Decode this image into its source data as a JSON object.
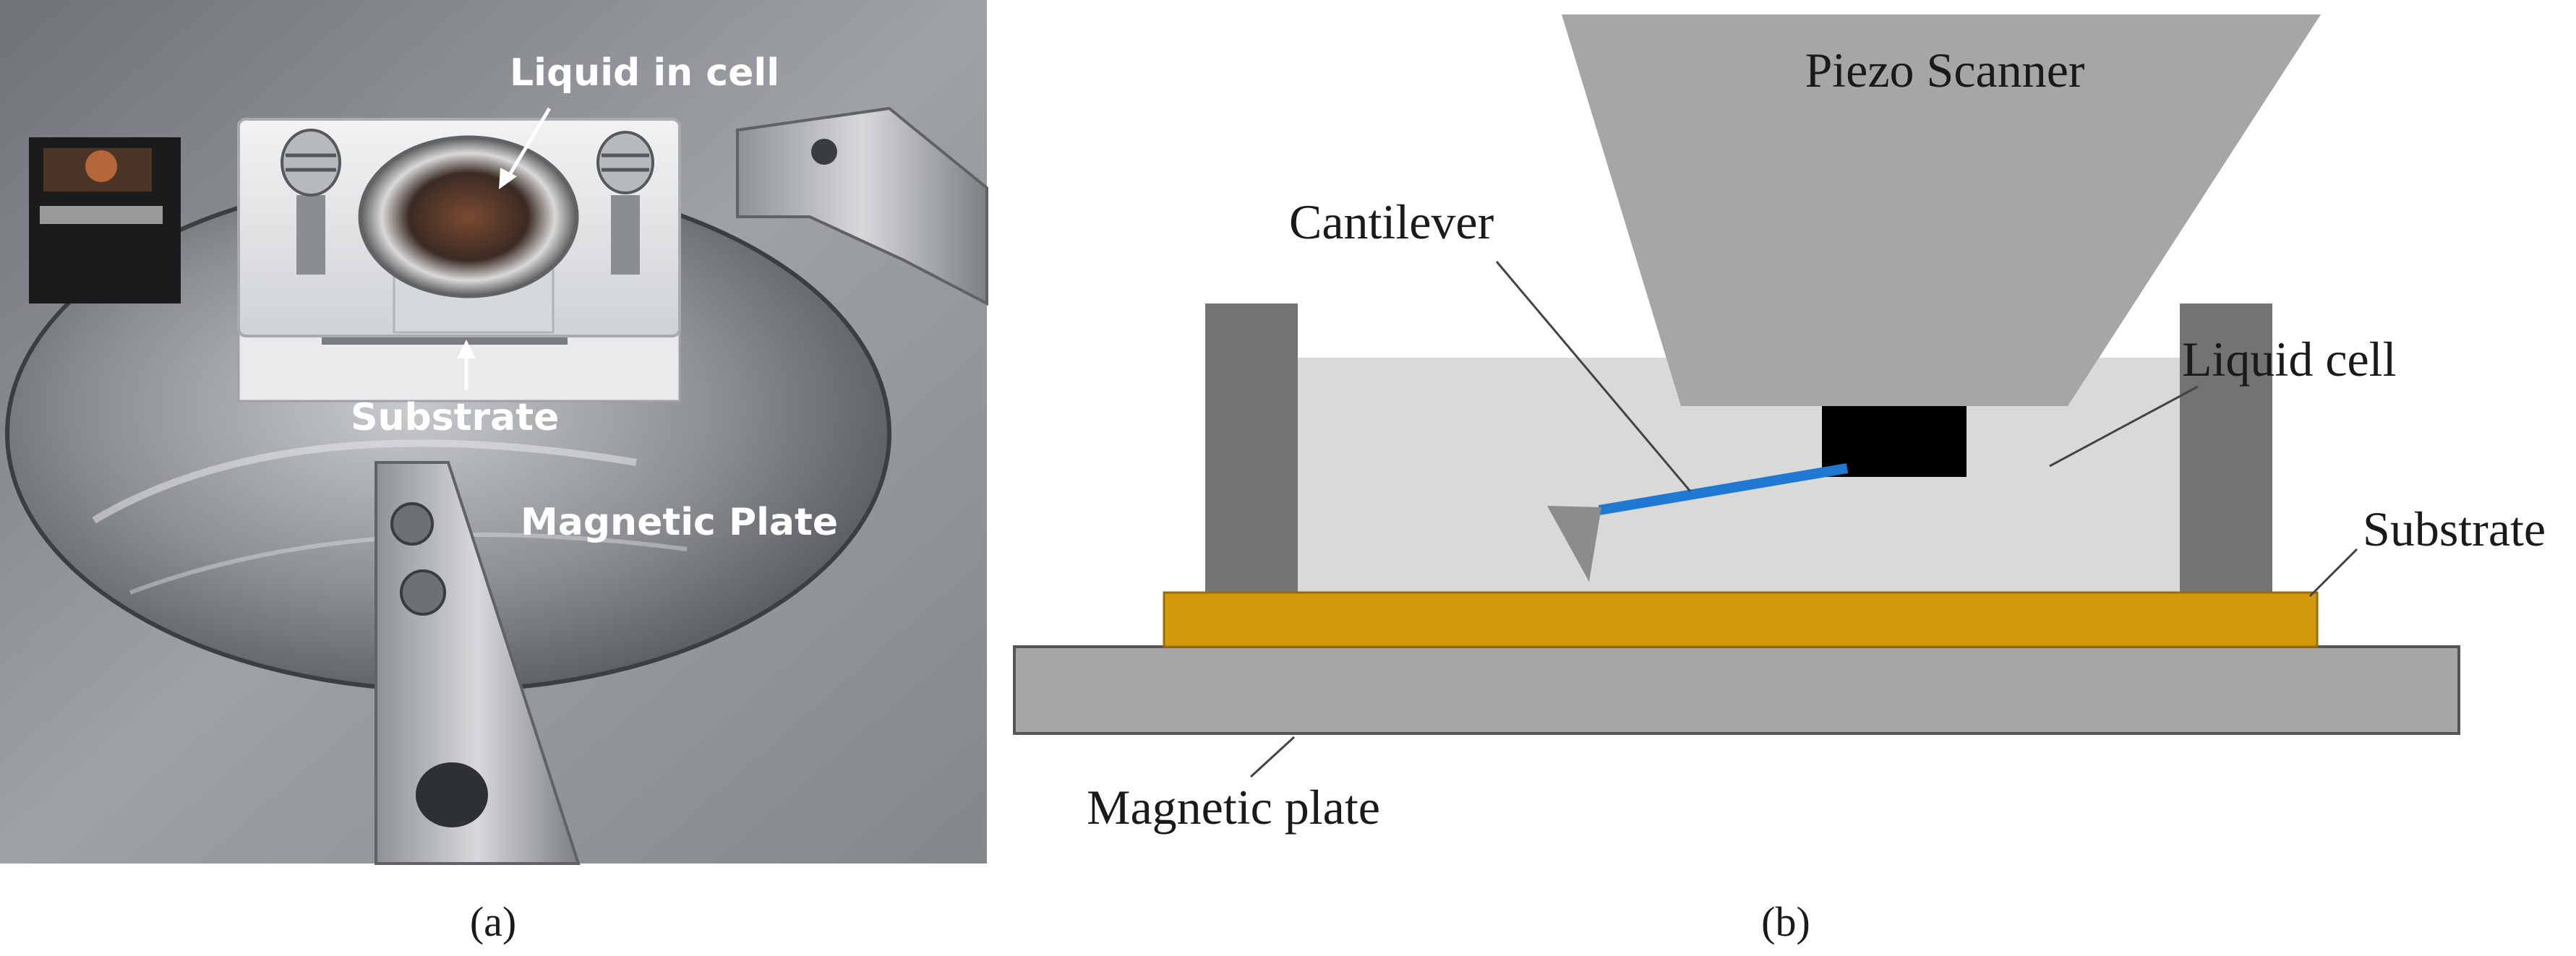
{
  "panel_a": {
    "caption": "(a)",
    "labels": {
      "liquid_in_cell": "Liquid in cell",
      "substrate": "Substrate",
      "magnetic_plate": "Magnetic Plate"
    }
  },
  "panel_b": {
    "caption": "(b)",
    "labels": {
      "piezo_scanner": "Piezo Scanner",
      "cantilever": "Cantilever",
      "liquid_cell": "Liquid cell",
      "substrate": "Substrate",
      "magnetic_plate": "Magnetic plate"
    },
    "colors": {
      "scanner": "#a6a6a6",
      "liquid": "#d9d9d9",
      "walls": "#737373",
      "holder": "#000000",
      "cantilever": "#1f78d1",
      "tip": "#8c8c8c",
      "substrate": "#d4980c",
      "magnetic_plate": "#a6a6a6"
    }
  }
}
